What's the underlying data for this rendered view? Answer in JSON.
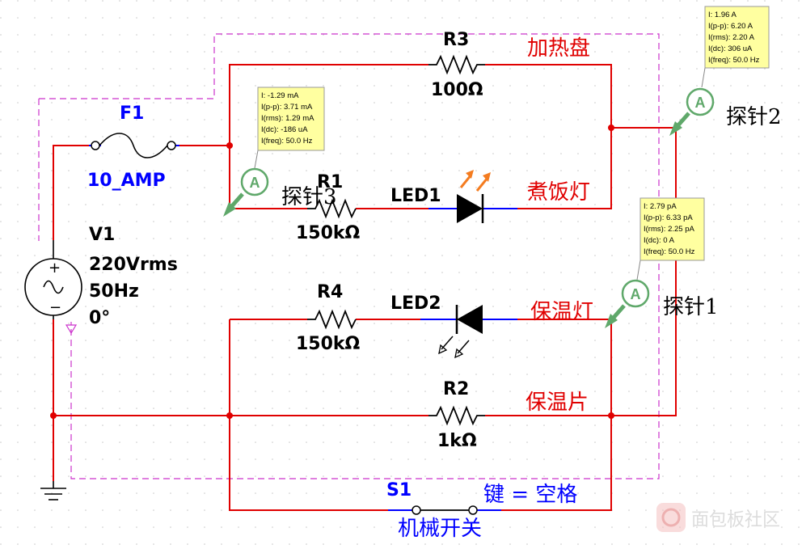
{
  "components": {
    "f1": {
      "name": "F1",
      "value": "10_AMP"
    },
    "v1": {
      "name": "V1",
      "voltage": "220Vrms",
      "freq": "50Hz",
      "phase": "0°"
    },
    "r1": {
      "name": "R1",
      "value": "150kΩ"
    },
    "r2": {
      "name": "R2",
      "value": "1kΩ"
    },
    "r3": {
      "name": "R3",
      "value": "100Ω"
    },
    "r4": {
      "name": "R4",
      "value": "150kΩ"
    },
    "led1": {
      "name": "LED1"
    },
    "led2": {
      "name": "LED2"
    },
    "s1": {
      "name": "S1",
      "key": "键 = 空格",
      "desc": "机械开关"
    }
  },
  "labels": {
    "heating_plate": "加热盘",
    "cook_lamp": "煮饭灯",
    "warm_lamp": "保温灯",
    "warm_plate": "保温片"
  },
  "probes": {
    "probe1": {
      "name": "探针1",
      "readings": [
        "I: 2.79 pA",
        "I(p-p): 6.33 pA",
        "I(rms): 2.25 pA",
        "I(dc): 0 A",
        "I(freq): 50.0 Hz"
      ]
    },
    "probe2": {
      "name": "探针2",
      "readings": [
        "I: 1.96 A",
        "I(p-p): 6.20 A",
        "I(rms): 2.20 A",
        "I(dc): 306 uA",
        "I(freq): 50.0 Hz"
      ]
    },
    "probe3": {
      "name": "探针3",
      "readings": [
        "I: -1.29 mA",
        "I(p-p): 3.71 mA",
        "I(rms): 1.29 mA",
        "I(dc): -186 uA",
        "I(freq): 50.0 Hz"
      ]
    },
    "ammeter_symbol": "A"
  },
  "watermark": "面包板社区",
  "colors": {
    "wire": "#e00000",
    "component_blue": "#0000ff",
    "boundary": "#cc33cc",
    "probe_green": "#5fa86a",
    "tooltip_bg": "#ffffa0"
  }
}
